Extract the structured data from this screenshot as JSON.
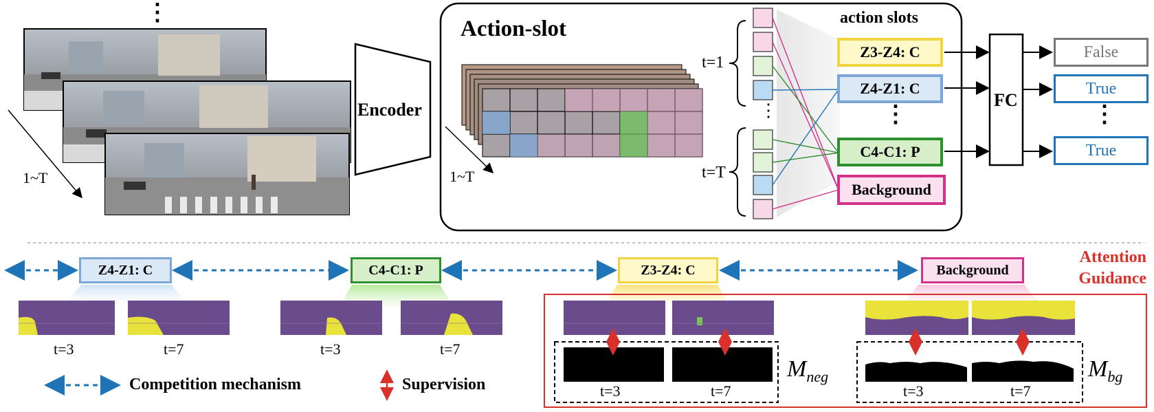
{
  "top": {
    "ellipsis": "⋮",
    "frame_axis": "1~T",
    "encoder": "Encoder",
    "action_slot_title": "Action-slot",
    "feature_axis": "1~T",
    "t1": "t=1",
    "tT": "t=T",
    "mid_ellipsis": "⋮",
    "slots_title": "action slots",
    "slots": [
      {
        "label": "Z3-Z4: C",
        "color": "#f2d53c",
        "fill": "#fff9c9"
      },
      {
        "label": "Z4-Z1: C",
        "color": "#7aa7d8",
        "fill": "#dbe9f7"
      },
      {
        "label": "C4-C1: P",
        "color": "#2e8f2e",
        "fill": "#d6efc9"
      },
      {
        "label": "Background",
        "color": "#d2338a",
        "fill": "#fbe0ee"
      }
    ],
    "slots_ellipsis": "⋮",
    "fc": "FC",
    "outputs": [
      {
        "label": "False",
        "color": "#777777"
      },
      {
        "label": "True",
        "color": "#1f73b7"
      },
      {
        "label": "True",
        "color": "#1f73b7"
      }
    ],
    "outputs_ellipsis": "⋮"
  },
  "bottom": {
    "slots": [
      "Z4-Z1: C",
      "C4-C1: P",
      "Z3-Z4: C",
      "Background"
    ],
    "attention_guidance": [
      "Attention",
      "Guidance"
    ],
    "time_labels": [
      "t=3",
      "t=7"
    ],
    "legend_competition": "Competition mechanism",
    "legend_supervision": "Supervision",
    "m_neg": "M",
    "m_neg_sub": "neg",
    "m_bg": "M",
    "m_bg_sub": "bg"
  },
  "colors": {
    "blue_arrow": "#1f73b7",
    "red": "#d9302a",
    "purple_map": "#6a4c8c",
    "yellow_map": "#e8e23a"
  }
}
